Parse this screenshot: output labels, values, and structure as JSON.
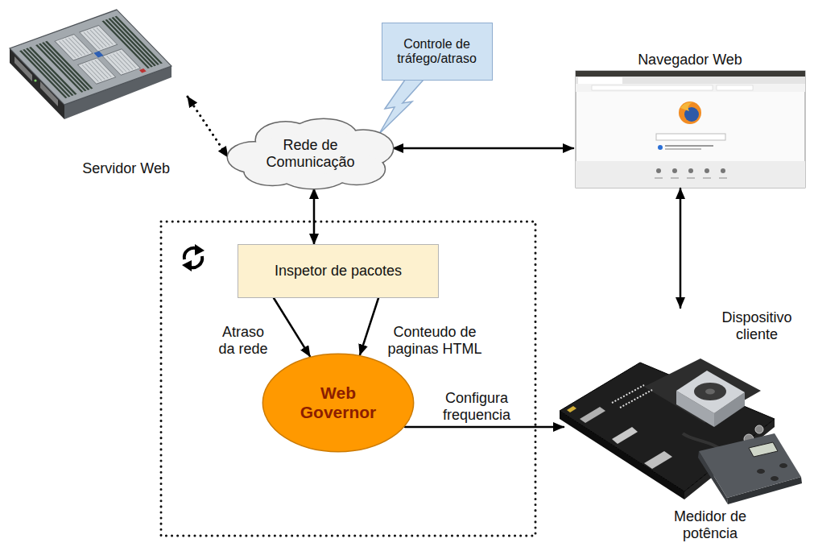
{
  "diagram": {
    "nodes": [
      {
        "text": [
          "Servidor Web"
        ]
      },
      {
        "text": [
          "Controle de tráfego/atraso"
        ]
      },
      {
        "text": [
          "Navegador Web"
        ]
      },
      {
        "text": [
          "Rede de Comunicação"
        ]
      },
      {
        "text": [
          "Inspetor de pacotes"
        ]
      },
      {
        "text": [
          "Web Governor"
        ]
      },
      {
        "text": [
          "Dispositivo cliente"
        ]
      },
      {
        "text": [
          "Medidor de potência"
        ]
      }
    ],
    "edges": [
      {
        "from": 0,
        "to": 3,
        "arrow": "both"
      },
      {
        "from": 3,
        "to": 2,
        "arrow": "both"
      },
      {
        "from": 3,
        "to": 4,
        "arrow": "both"
      },
      {
        "from": 4,
        "to": 5,
        "label": "Atraso da rede",
        "arrow": "to"
      },
      {
        "from": 4,
        "to": 5,
        "label": "Conteudo de paginas HTML",
        "arrow": "to"
      },
      {
        "from": 5,
        "to": 6,
        "label": "Configura frequencia",
        "arrow": "to"
      },
      {
        "from": 2,
        "to": 6,
        "arrow": "both"
      }
    ]
  }
}
